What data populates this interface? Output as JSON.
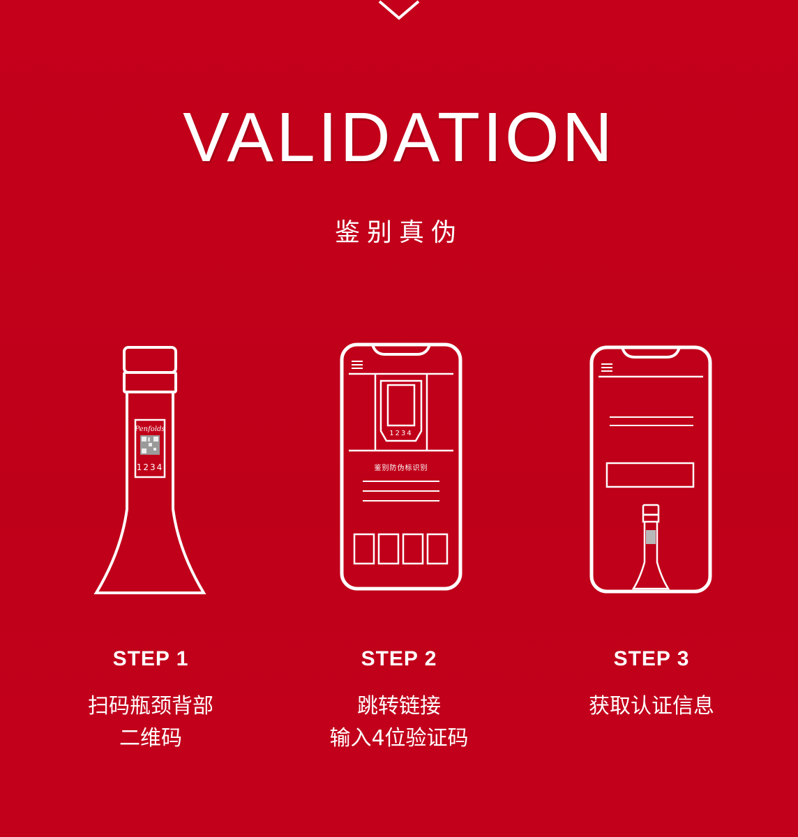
{
  "header": {
    "title": "VALIDATION",
    "subtitle": "鉴别真伪"
  },
  "steps": [
    {
      "label": "STEP 1",
      "desc_lines": [
        "扫码瓶颈背部",
        "二维码"
      ],
      "bottle_code": "1234",
      "brand_mark": "Penfolds"
    },
    {
      "label": "STEP 2",
      "desc_lines": [
        "跳转链接",
        "输入4位验证码"
      ],
      "screen_code": "1234",
      "screen_caption": "鉴别防伪标识别"
    },
    {
      "label": "STEP 3",
      "desc_lines": [
        "获取认证信息"
      ]
    }
  ],
  "colors": {
    "background": "#c10019",
    "foreground": "#ffffff"
  }
}
